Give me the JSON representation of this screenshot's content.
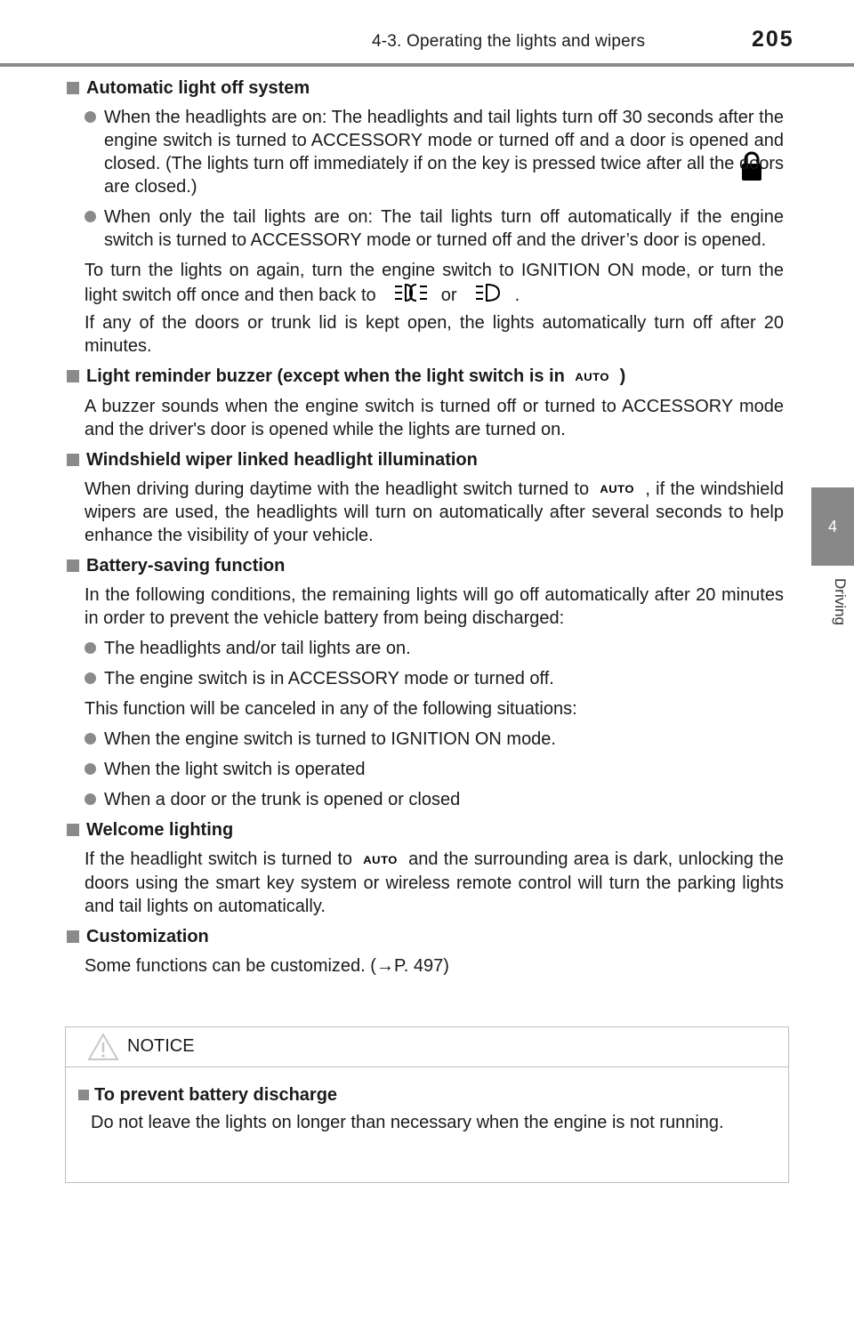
{
  "header": {
    "section": "4-3. Operating the lights and wipers",
    "page_number": "205"
  },
  "side_tab": {
    "number": "4",
    "label": "Driving"
  },
  "icons": {
    "lock": "lock-icon",
    "headlight": "headlight-icon",
    "taillight": "taillight-icon",
    "auto": "AUTO",
    "warning": "warning-triangle-icon",
    "arrow": "→"
  },
  "sections": {
    "auto_off": {
      "heading": "Automatic light off system",
      "b1": "When the headlights are on: The headlights and tail lights turn off 30 seconds after the engine switch is turned to ACCESSORY mode or turned off and a door is opened and closed. (The lights turn off immediately if",
      "b1_end": "on the key is pressed twice after all the doors are closed.)",
      "b2": "When only the tail lights are on: The tail lights turn off automatically if the engine switch is turned to ACCESSORY mode or turned off and the driver’s door is opened.",
      "p1": "To turn the lights on again, turn the engine switch to IGNITION ON mode, or turn the light switch off once and then back to",
      "p1_or": "or",
      "p1_end": ".",
      "p2": "If any of the doors or trunk lid is kept open, the lights automatically turn off after 20 minutes."
    },
    "reminder": {
      "heading": "Light reminder buzzer (except when the light switch is in",
      "heading_end": ")",
      "p1": "A buzzer sounds when the engine switch is turned off or turned to ACCESSORY mode and the driver's door is opened while the lights are turned on."
    },
    "wiper": {
      "heading": "Windshield wiper linked headlight illumination",
      "p1_a": "When driving during daytime with the headlight switch turned to",
      "p1_b": ", if the windshield wipers are used, the headlights will turn on automatically after several seconds to help enhance the visibility of your vehicle."
    },
    "battery": {
      "heading": "Battery-saving function",
      "p1": "In the following conditions, the remaining lights will go off automatically after 20 minutes in order to prevent the vehicle battery from being discharged:",
      "b1": "The headlights and/or tail lights are on.",
      "b2": "The engine switch is in ACCESSORY mode or turned off.",
      "p2": "This function will be canceled in any of the following situations:",
      "b3": "When the engine switch is turned to IGNITION ON mode.",
      "b4": "When the light switch is operated",
      "b5": "When a door or the trunk is opened or closed"
    },
    "welcome": {
      "heading": "Welcome lighting",
      "p1_a": "If the headlight switch is turned to",
      "p1_b": "and the surrounding area is dark, unlocking the doors using the smart key system or wireless remote control will turn the parking lights and tail lights on automatically."
    },
    "custom": {
      "heading": "Customization",
      "p1_a": "Some functions can be customized. (",
      "p1_b": "P. 497)"
    }
  },
  "notice": {
    "title": "NOTICE",
    "heading": "To prevent battery discharge",
    "text": "Do not leave the lights on longer than necessary when the engine is not running."
  }
}
